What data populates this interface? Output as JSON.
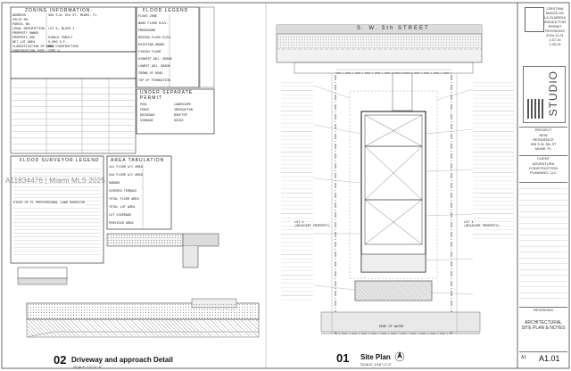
{
  "zoning": {
    "title": "ZONING INFORMATION:",
    "labels": [
      "ADDRESS",
      "FOLIO NO.",
      "PARCEL NO.",
      "LEGAL DESCRIPTION",
      "PROPERTY OWNER",
      "PROPERTY USE",
      "NET LOT AREA",
      "CLASSIFICATION OF WORK",
      "CONSTRUCTION TYPE"
    ],
    "values": [
      "306 S.W. 5th ST, MIAMI, FL",
      "",
      "",
      "LOT 3, BLOCK 1",
      "",
      "SINGLE FAMILY",
      "5,000 S.F.",
      "NEW CONSTRUCTION",
      "TYPE V"
    ]
  },
  "flood_legend": {
    "title": "FLOOD LEGEND",
    "rows": [
      "FLOOD ZONE",
      "BASE FLOOD ELEV.",
      "FREEBOARD",
      "DESIGN FLOOD ELEV.",
      "EXISTING GRADE",
      "FINISH FLOOR",
      "HIGHEST ADJ. GRADE",
      "LOWEST ADJ. GRADE",
      "CROWN OF ROAD",
      "TOP OF FOUNDATION"
    ]
  },
  "under_separate": {
    "title": "UNDER SEPARATE PERMIT",
    "items": [
      "POOL",
      "FENCE",
      "DRIVEWAY",
      "SIGNAGE",
      "LANDSCAPE",
      "IRRIGATION",
      "ROOFTOP",
      "DOCKS"
    ]
  },
  "flood_surveyor": {
    "title": "FLOOD SURVEYOR LEGEND",
    "signature": "STATE OF FL PROFESSIONAL LAND SURVEYOR"
  },
  "area_tabulation": {
    "title": "AREA TABULATION",
    "rows": [
      "1st FLOOR A/C AREA",
      "2nd FLOOR A/C AREA",
      "GARAGE",
      "COVERED TERRACE",
      "TOTAL FLOOR AREA",
      "TOTAL LOT AREA",
      "LOT COVERAGE",
      "PERVIOUS AREA"
    ]
  },
  "detail_02": {
    "number": "02",
    "title": "Driveway and approach Detail",
    "scale": "SCALE: 1/2\"=1'-0\""
  },
  "site_plan": {
    "street": "S. W. 5th STREET",
    "lot_right": "LOT 4\n(ADJACENT PROPERTY)",
    "lot_left": "LOT 2\n(ADJACENT PROPERTY)",
    "note_bottom": "EDGE OF WATER",
    "number": "01",
    "title": "Site Plan",
    "scale": "SCALE: 1/16\"=1'-0\""
  },
  "watermark": "A11834476 | Miami MLS 2025",
  "title_block": {
    "architect": [
      "CRISTINA",
      "MAGGI DE",
      "LA GUARDIA",
      "ISSUED FOR",
      "PERMIT",
      "REVISIONS"
    ],
    "dates": [
      "2024.11.21",
      "1.07.24",
      "1.09.24"
    ],
    "studio": "STUDIO",
    "project_label": "PROJECT",
    "project": [
      "NEW",
      "RESIDENCE",
      "306 S.W. 5th ST",
      "MIAMI, FL"
    ],
    "client_label": "CLIENT",
    "client": [
      "ADVENTURA",
      "CONSTRUCTION",
      "PLANNING, LLC"
    ],
    "revisions_label": "REVISIONS",
    "sheet_title": "ARCHITECTURAL SITE PLAN & NOTES",
    "sheet_no": "A1.01",
    "sheet_prefix": "A1"
  }
}
